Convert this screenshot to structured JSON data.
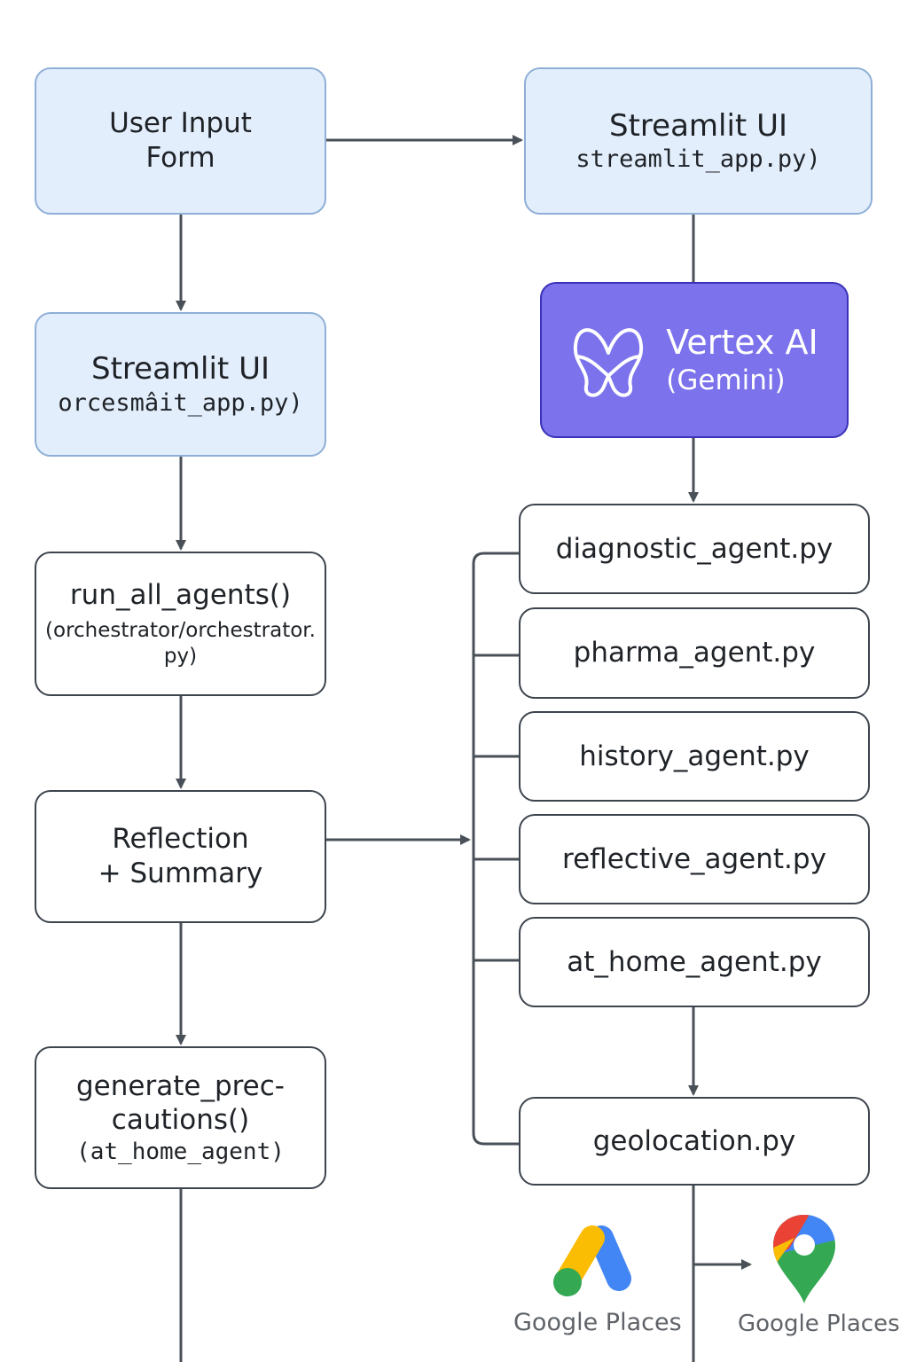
{
  "left_column": {
    "input_form": {
      "line1": "User Input",
      "line2": "Form"
    },
    "streamlit_orchestrator": {
      "title": "Streamlit UI",
      "file": "orcesmâit_app.py)"
    },
    "run_all_agents": {
      "title": "run_all_agents()",
      "line2": "(orchestrator/orchestrator.",
      "line3": "py)"
    },
    "reflection": {
      "line1": "Reflection",
      "line2": "+ Summary"
    },
    "precautions": {
      "line1": "generate_prec-",
      "line2": "cautions()",
      "line3": "(at_home_agent)"
    }
  },
  "right_column": {
    "streamlit_app": {
      "title": "Streamlit UI",
      "file": "streamlit_app.py)"
    },
    "vertex": {
      "title": "Vertex AI",
      "subtitle": "(Gemini)",
      "icon": "vertex-ai-logo",
      "colors": {
        "fill": "#7b72ec",
        "border": "#3c32b8"
      }
    },
    "agents": [
      {
        "label": "diagnostic_agent.py"
      },
      {
        "label": "pharma_agent.py"
      },
      {
        "label": "history_agent.py"
      },
      {
        "label": "reflective_agent.py"
      },
      {
        "label": "at_home_agent.py"
      }
    ],
    "geolocation": {
      "label": "geolocation.py"
    }
  },
  "logos": {
    "places_logo": {
      "caption": "Google Places",
      "icon": "google-places-logo"
    },
    "maps_logo": {
      "caption": "Google Places",
      "icon": "google-maps-pin-logo"
    }
  },
  "colors": {
    "node_blue_fill": "#e3eefc",
    "node_blue_border": "#8fafd6",
    "edge": "#4a5058"
  }
}
